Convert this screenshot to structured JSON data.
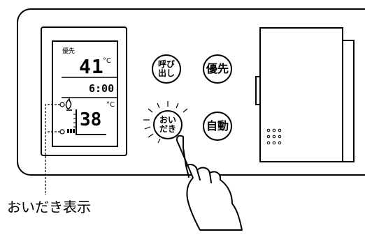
{
  "display": {
    "priority_label": "優先",
    "set_temp_value": "41",
    "set_temp_unit": "°C",
    "clock": "6:00",
    "bath_temp_value": "38",
    "bath_temp_unit": "°C"
  },
  "buttons": {
    "call": "呼び\n出し",
    "priority": "優先",
    "reheat": "おい\nだき",
    "auto": "自動"
  },
  "caption": "おいだき表示",
  "icons": {
    "flame": "flame-icon",
    "bath_level": "bath-level-icon",
    "reheat_indicator": "reheat-indicator-icon",
    "speaker_grille": "speaker-grille-icon",
    "pointing_hand": "pointing-hand-icon"
  }
}
